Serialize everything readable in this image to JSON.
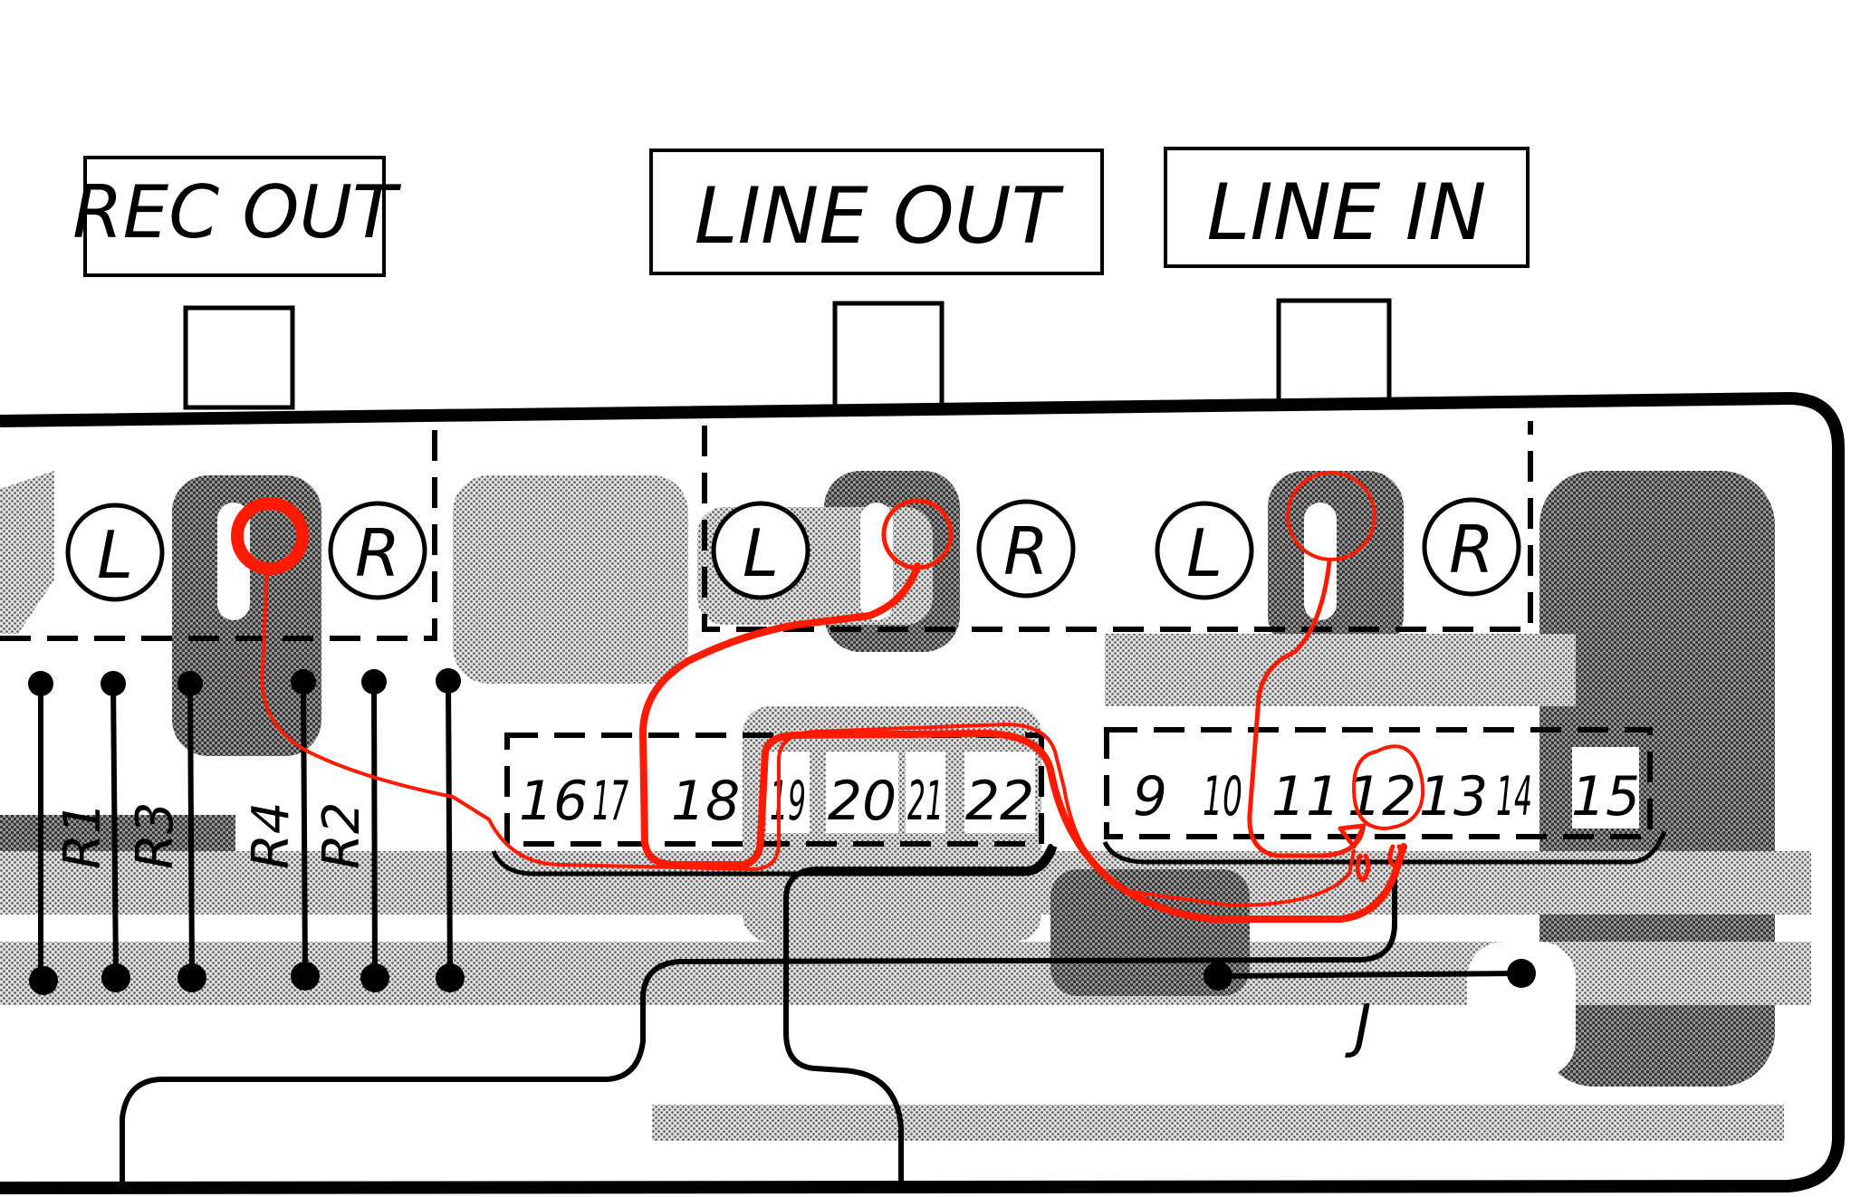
{
  "labels": {
    "rec_out": "REC OUT",
    "line_out": "LINE OUT",
    "line_in": "LINE IN"
  },
  "jacks": {
    "rec_out": {
      "left": "L",
      "right": "R"
    },
    "line_out": {
      "left": "L",
      "right": "R"
    },
    "line_in": {
      "left": "L",
      "right": "R"
    }
  },
  "terminals_left": [
    "16",
    "17",
    "18",
    "19",
    "20",
    "21",
    "22"
  ],
  "terminals_right": [
    "9",
    "10",
    "11",
    "12",
    "13",
    "14",
    "15"
  ],
  "resistors": [
    "R1",
    "R3",
    "R4",
    "R2"
  ],
  "jumper": "J",
  "colors": {
    "ink": "#000000",
    "annotation": "#ff1a00",
    "halftone_light": "#c8c8c8",
    "halftone_dark": "#8a8a8a"
  }
}
